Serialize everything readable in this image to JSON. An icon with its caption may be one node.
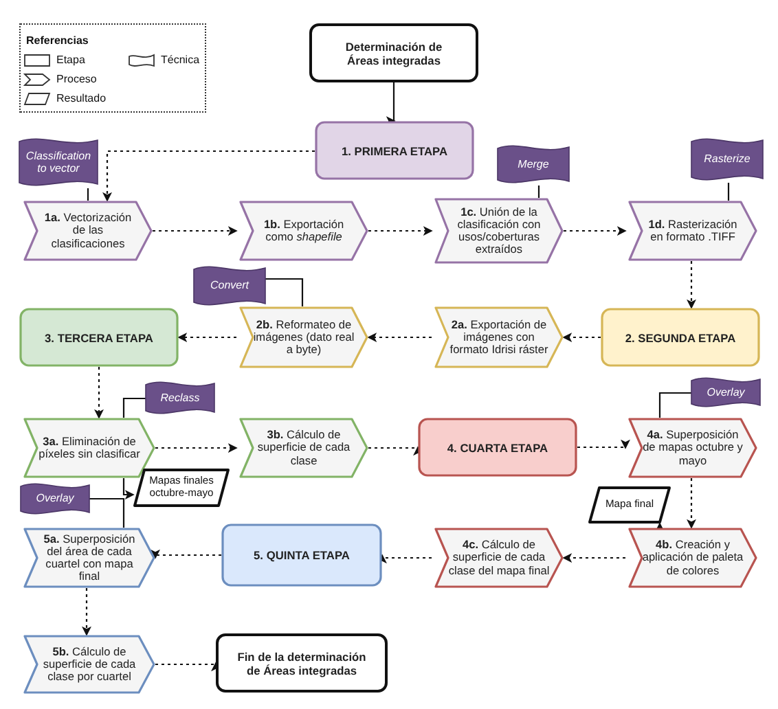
{
  "diagram": {
    "nodes": [
      {
        "text": [
          "Determinación de Áreas integradas"
        ]
      },
      {
        "text": [
          "1. PRIMERA ETAPA"
        ]
      },
      {
        "text": [
          "Classification to vector"
        ]
      },
      {
        "text": [
          "**1a.** Vectorización de las clasificaciones"
        ]
      },
      {
        "text": [
          "**1b.** Exportación como *shapefile*"
        ]
      },
      {
        "text": [
          "Merge"
        ]
      },
      {
        "text": [
          "**1c.** Unión de la clasificación con usos/coberturas extraídos"
        ]
      },
      {
        "text": [
          "Rasterize"
        ]
      },
      {
        "text": [
          "**1d.** Rasterización en formato .TIFF"
        ]
      },
      {
        "text": [
          "Convert"
        ]
      },
      {
        "text": [
          "**2a.** Exportación de imágenes con formato Idrisi ráster"
        ]
      },
      {
        "text": [
          "**2b.** Reformateo de imágenes (dato real a byte)"
        ]
      },
      {
        "text": [
          "2. SEGUNDA ETAPA"
        ]
      },
      {
        "text": [
          "3. TERCERA ETAPA"
        ]
      },
      {
        "text": [
          "Reclass"
        ]
      },
      {
        "text": [
          "**3a.** Eliminación de píxeles sin clasificar"
        ]
      },
      {
        "text": [
          "**3b.** Cálculo de superficie de cada clase"
        ]
      },
      {
        "text": [
          "4. CUARTA ETAPA"
        ]
      },
      {
        "text": [
          "Overlay"
        ]
      },
      {
        "text": [
          "**4a.** Superposición de mapas octubre y mayo"
        ]
      },
      {
        "text": [
          "Mapas finales octubre-mayo"
        ]
      },
      {
        "text": [
          "Mapa final"
        ]
      },
      {
        "text": [
          "Overlay"
        ]
      },
      {
        "text": [
          "**5a.** Superposición del área de cada cuartel con mapa final"
        ]
      },
      {
        "text": [
          "5. QUINTA ETAPA"
        ]
      },
      {
        "text": [
          "**4c.** Cálculo de superficie de cada clase del mapa final"
        ]
      },
      {
        "text": [
          "**4b.** Creación y aplicación de paleta de colores"
        ]
      },
      {
        "text": [
          "**5b.** Cálculo de superficie de cada clase por cuartel"
        ]
      },
      {
        "text": [
          "Fin de la determinación de Áreas integradas"
        ]
      }
    ],
    "edges": [
      {
        "from": 0,
        "to": 1,
        "arrow": "to"
      },
      {
        "from": 1,
        "to": 3,
        "arrow": "to",
        "style": "dashed"
      },
      {
        "from": 2,
        "to": 3,
        "arrow": "none"
      },
      {
        "from": 3,
        "to": 4,
        "arrow": "to",
        "style": "dashed"
      },
      {
        "from": 4,
        "to": 6,
        "arrow": "to",
        "style": "dashed"
      },
      {
        "from": 6,
        "to": 8,
        "arrow": "to",
        "style": "dashed"
      },
      {
        "from": 5,
        "to": 6,
        "arrow": "none"
      },
      {
        "from": 7,
        "to": 8,
        "arrow": "none"
      },
      {
        "from": 8,
        "to": 12,
        "arrow": "to",
        "style": "dashed"
      },
      {
        "from": 12,
        "to": 10,
        "arrow": "to",
        "style": "dashed"
      },
      {
        "from": 10,
        "to": 11,
        "arrow": "to",
        "style": "dashed"
      },
      {
        "from": 11,
        "to": 13,
        "arrow": "to",
        "style": "dashed"
      },
      {
        "from": 9,
        "to": 11,
        "arrow": "none"
      },
      {
        "from": 13,
        "to": 15,
        "arrow": "to",
        "style": "dashed"
      },
      {
        "from": 14,
        "to": 15,
        "arrow": "none"
      },
      {
        "from": 15,
        "to": 16,
        "arrow": "to",
        "style": "dashed"
      },
      {
        "from": 16,
        "to": 17,
        "arrow": "to",
        "style": "dashed"
      },
      {
        "from": 17,
        "to": 19,
        "arrow": "to",
        "style": "dashed"
      },
      {
        "from": 18,
        "to": 19,
        "arrow": "none"
      },
      {
        "from": 15,
        "to": 20,
        "arrow": "to"
      },
      {
        "from": 19,
        "to": 26,
        "arrow": "to",
        "style": "dashed"
      },
      {
        "from": 26,
        "to": 21,
        "arrow": "to"
      },
      {
        "from": 26,
        "to": 25,
        "arrow": "to",
        "style": "dashed"
      },
      {
        "from": 25,
        "to": 24,
        "arrow": "to",
        "style": "dashed"
      },
      {
        "from": 24,
        "to": 23,
        "arrow": "to",
        "style": "dashed"
      },
      {
        "from": 22,
        "to": 23,
        "arrow": "none"
      },
      {
        "from": 23,
        "to": 27,
        "arrow": "to",
        "style": "dashed"
      },
      {
        "from": 27,
        "to": 28,
        "arrow": "to",
        "style": "dashed"
      }
    ],
    "labels": [
      "Referencias"
    ],
    "legend": [
      {
        "text": "Etapa"
      },
      {
        "text": "Técnica"
      },
      {
        "text": "Proceso"
      },
      {
        "text": "Resultado"
      }
    ]
  }
}
